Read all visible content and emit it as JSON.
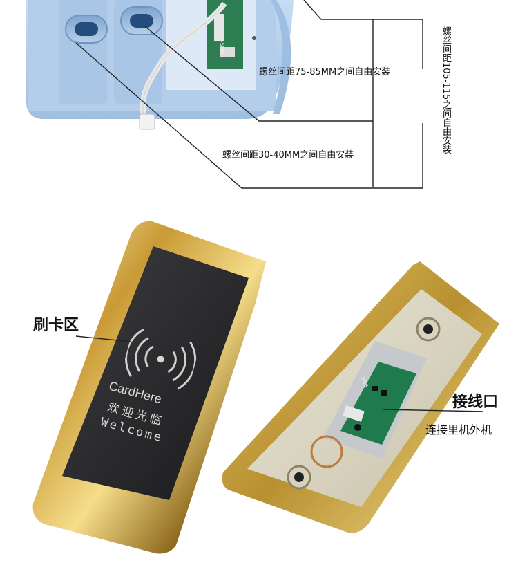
{
  "annotations": {
    "screw_spacing_75_85": "螺丝间距75-85MM之间自由安装",
    "screw_spacing_30_40": "螺丝间距30-40MM之间自由安装",
    "screw_spacing_105_115": "螺丝间距105-115之间自由安装",
    "card_area": "刷卡区",
    "wire_port": "接线口",
    "wire_port_sub": "连接里机外机"
  },
  "lock_face": {
    "brand": "CardHere",
    "greeting_cn": "欢迎光临",
    "greeting_en": "Welcome",
    "icon": "rfid-wave-icon"
  },
  "pcb_text": {
    "top": "I-5DN",
    "bottom": "806"
  },
  "colors": {
    "lock_blue": "#b9d3ef",
    "gold": "#c9a34a",
    "panel": "#2a2a2c",
    "pcb": "#1f7a4d"
  }
}
